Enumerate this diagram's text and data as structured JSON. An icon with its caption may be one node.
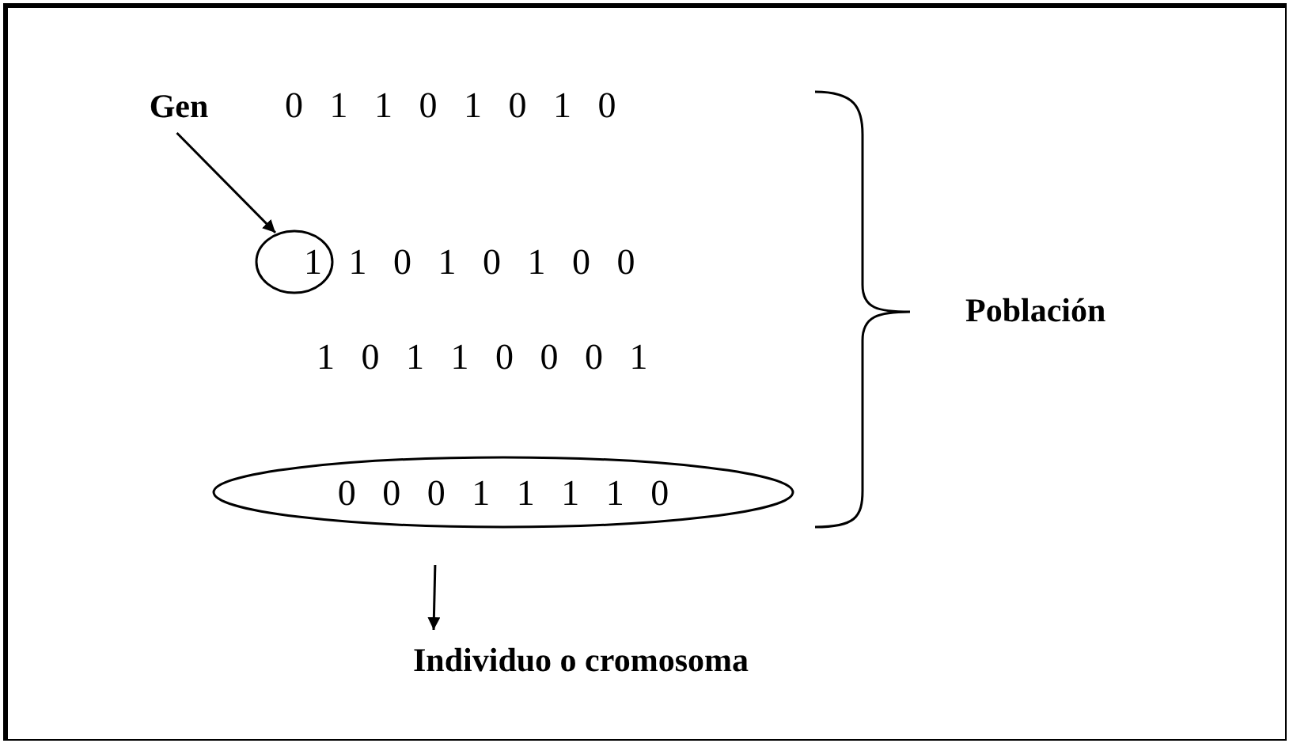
{
  "diagram": {
    "nodes": [
      {
        "text": [
          "Gen"
        ]
      },
      {
        "text": [],
        "shape": "circle"
      },
      {
        "text": [
          "0 0 0 1 1 1 1 0"
        ]
      },
      {
        "text": [
          "Individuo o cromosoma"
        ]
      }
    ],
    "edges": [
      {
        "from": 0,
        "to": 1,
        "arrow": "to"
      },
      {
        "from": 2,
        "to": 3,
        "arrow": "to"
      }
    ],
    "labels": [
      "0 1 1 0 1 0 1 0",
      "1 1 0 1 0 1 0 0",
      "1 0 1 1 0 0 0 1",
      "Población"
    ]
  }
}
